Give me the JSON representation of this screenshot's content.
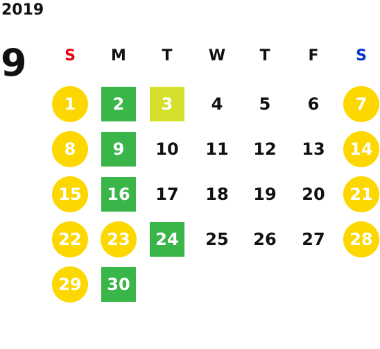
{
  "calendar": {
    "year": "2019",
    "month": "9",
    "weekdays": [
      "S",
      "M",
      "T",
      "W",
      "T",
      "F",
      "S"
    ],
    "weekday_colors": [
      "#e60012",
      "#111111",
      "#111111",
      "#111111",
      "#111111",
      "#111111",
      "#0033cc"
    ],
    "colors": {
      "holiday": "#fcd700",
      "green": "#39b54a",
      "lime": "#d4e02b",
      "text_dark": "#111111",
      "text_light": "#ffffff"
    },
    "weeks": [
      [
        {
          "d": "1",
          "style": "yellow"
        },
        {
          "d": "2",
          "style": "green"
        },
        {
          "d": "3",
          "style": "lime"
        },
        {
          "d": "4",
          "style": "plain"
        },
        {
          "d": "5",
          "style": "plain"
        },
        {
          "d": "6",
          "style": "plain"
        },
        {
          "d": "7",
          "style": "yellow"
        }
      ],
      [
        {
          "d": "8",
          "style": "yellow"
        },
        {
          "d": "9",
          "style": "green"
        },
        {
          "d": "10",
          "style": "plain"
        },
        {
          "d": "11",
          "style": "plain"
        },
        {
          "d": "12",
          "style": "plain"
        },
        {
          "d": "13",
          "style": "plain"
        },
        {
          "d": "14",
          "style": "yellow"
        }
      ],
      [
        {
          "d": "15",
          "style": "yellow"
        },
        {
          "d": "16",
          "style": "green"
        },
        {
          "d": "17",
          "style": "plain"
        },
        {
          "d": "18",
          "style": "plain"
        },
        {
          "d": "19",
          "style": "plain"
        },
        {
          "d": "20",
          "style": "plain"
        },
        {
          "d": "21",
          "style": "yellow"
        }
      ],
      [
        {
          "d": "22",
          "style": "yellow"
        },
        {
          "d": "23",
          "style": "yellow"
        },
        {
          "d": "24",
          "style": "green"
        },
        {
          "d": "25",
          "style": "plain"
        },
        {
          "d": "26",
          "style": "plain"
        },
        {
          "d": "27",
          "style": "plain"
        },
        {
          "d": "28",
          "style": "yellow"
        }
      ],
      [
        {
          "d": "29",
          "style": "yellow"
        },
        {
          "d": "30",
          "style": "green"
        }
      ]
    ]
  }
}
